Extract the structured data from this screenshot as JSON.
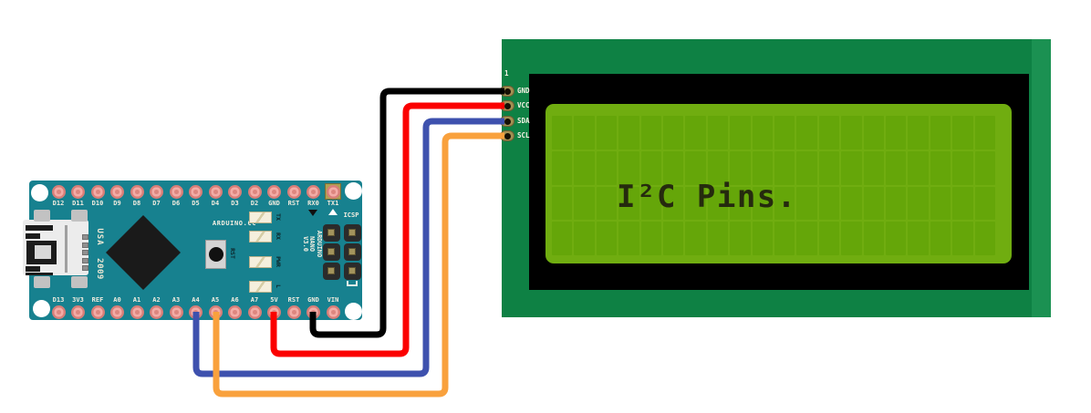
{
  "arduino": {
    "board": "Arduino Nano",
    "board_color": "#17818f",
    "top_pins": [
      "D12",
      "D11",
      "D10",
      "D9",
      "D8",
      "D7",
      "D6",
      "D5",
      "D4",
      "D3",
      "D2",
      "GND",
      "RST",
      "RX0",
      "TX1"
    ],
    "bottom_pins": [
      "D13",
      "3V3",
      "REF",
      "A0",
      "A1",
      "A2",
      "A3",
      "A4",
      "A5",
      "A6",
      "A7",
      "5V",
      "RST",
      "GND",
      "VIN"
    ],
    "labels": {
      "brand": "ARDUINO.CC",
      "usa": "USA",
      "year": "2009",
      "model": [
        "ARDUINO",
        "NANO",
        "V3.0"
      ],
      "icsp": "ICSP",
      "reset": "RST",
      "leds": [
        "TX",
        "RX",
        "PWR",
        "L"
      ]
    }
  },
  "lcd": {
    "display_text": "I²C Pins.",
    "pin_header_index": "1",
    "pins": [
      "GND",
      "VCC",
      "SDA",
      "SCL"
    ],
    "columns": 20,
    "rows": 4,
    "pcb_color": "#0e8144",
    "bezel_color": "#000000",
    "screen_color": "#70ad10",
    "cell_color": "#65a609"
  },
  "wires": [
    {
      "name": "wire-gnd",
      "color": "#000000",
      "lcd_pin": "GND",
      "arduino_pin": "GND"
    },
    {
      "name": "wire-vcc",
      "color": "#fb0000",
      "lcd_pin": "VCC",
      "arduino_pin": "5V"
    },
    {
      "name": "wire-sda",
      "color": "#3e51ae",
      "lcd_pin": "SDA",
      "arduino_pin": "A4"
    },
    {
      "name": "wire-scl",
      "color": "#f9a13d",
      "lcd_pin": "SCL",
      "arduino_pin": "A5"
    }
  ]
}
